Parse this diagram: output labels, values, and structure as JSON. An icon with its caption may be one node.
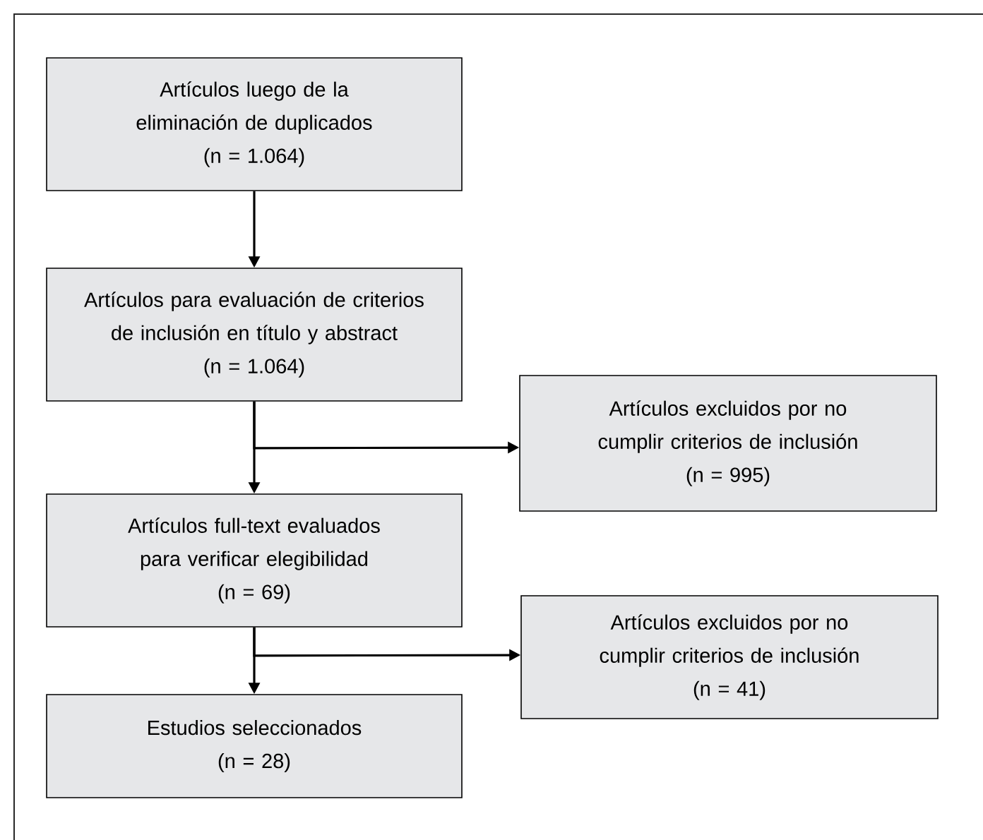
{
  "diagram": {
    "nodes": [
      {
        "text": [
          "Artículos luego de la eliminación de duplicados",
          "(n = 1.064)"
        ]
      },
      {
        "text": [
          "Artículos para evaluación de criterios de inclusión en título y abstract",
          "(n = 1.064)"
        ]
      },
      {
        "text": [
          "Artículos excluidos por no cumplir criterios de inclusión",
          "(n = 995)"
        ]
      },
      {
        "text": [
          "Artículos full-text evaluados para verificar elegibilidad",
          "(n = 69)"
        ]
      },
      {
        "text": [
          "Artículos excluidos por no cumplir criterios de inclusión",
          "(n = 41)"
        ]
      },
      {
        "text": [
          "Estudios seleccionados",
          "(n = 28)"
        ]
      }
    ],
    "edges": [
      {
        "from": 0,
        "to": 1,
        "arrow": "to"
      },
      {
        "from": 1,
        "to": 3,
        "arrow": "to"
      },
      {
        "from": 1,
        "to": 2,
        "arrow": "to"
      },
      {
        "from": 3,
        "to": 5,
        "arrow": "to"
      },
      {
        "from": 3,
        "to": 4,
        "arrow": "to"
      }
    ]
  }
}
